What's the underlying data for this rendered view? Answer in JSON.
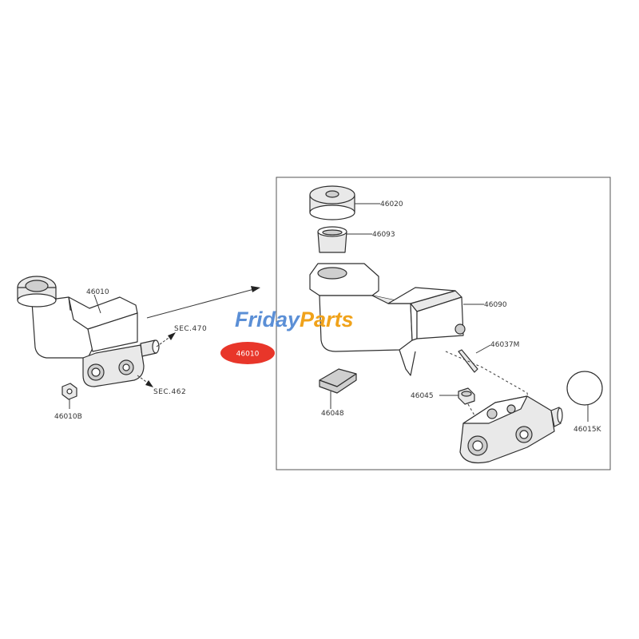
{
  "watermark": {
    "part1": "Friday",
    "part2": "Parts",
    "color1": "#5b8fd6",
    "color2": "#f0a21a"
  },
  "labels": {
    "assembly": "46010",
    "sec470": "SEC.470",
    "sec462": "SEC.462",
    "nut": "46010B",
    "highlight": "46010",
    "cap": "46020",
    "strainer": "46093",
    "reservoir": "46090",
    "pin": "46037M",
    "grommet_small": "46045",
    "grommet_large": "46048",
    "oring": "46015K"
  },
  "colors": {
    "highlight": "#e8362a",
    "line": "#3a3a3a"
  }
}
